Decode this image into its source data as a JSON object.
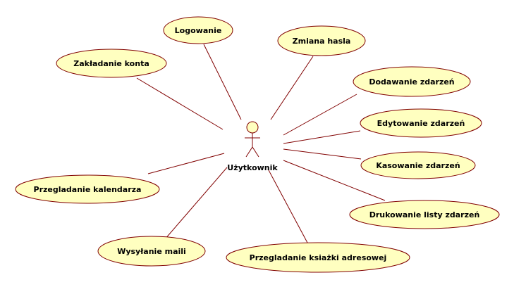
{
  "actor": {
    "name": "Użytkownik"
  },
  "use_cases": [
    {
      "id": "logowanie",
      "label": "Logowanie"
    },
    {
      "id": "zmiana-hasla",
      "label": "Zmiana hasla"
    },
    {
      "id": "zakladanie-konta",
      "label": "Zakładanie konta"
    },
    {
      "id": "dodawanie-zdarzen",
      "label": "Dodawanie zdarzeń"
    },
    {
      "id": "edytowanie-zdarzen",
      "label": "Edytowanie zdarzeń"
    },
    {
      "id": "kasowanie-zdarzen",
      "label": "Kasowanie zdarzeń"
    },
    {
      "id": "przegladanie-kalendarza",
      "label": "Przegladanie kalendarza"
    },
    {
      "id": "drukowanie-listy-zdarzen",
      "label": "Drukowanie listy zdarzeń"
    },
    {
      "id": "wysylanie-maili",
      "label": "Wysyłanie maili"
    },
    {
      "id": "przegladanie-ksiazki-adresowej",
      "label": "Przegladanie ksiażki adresowej"
    }
  ],
  "colors": {
    "usecase_fill": "#ffffc0",
    "line": "#800000"
  }
}
